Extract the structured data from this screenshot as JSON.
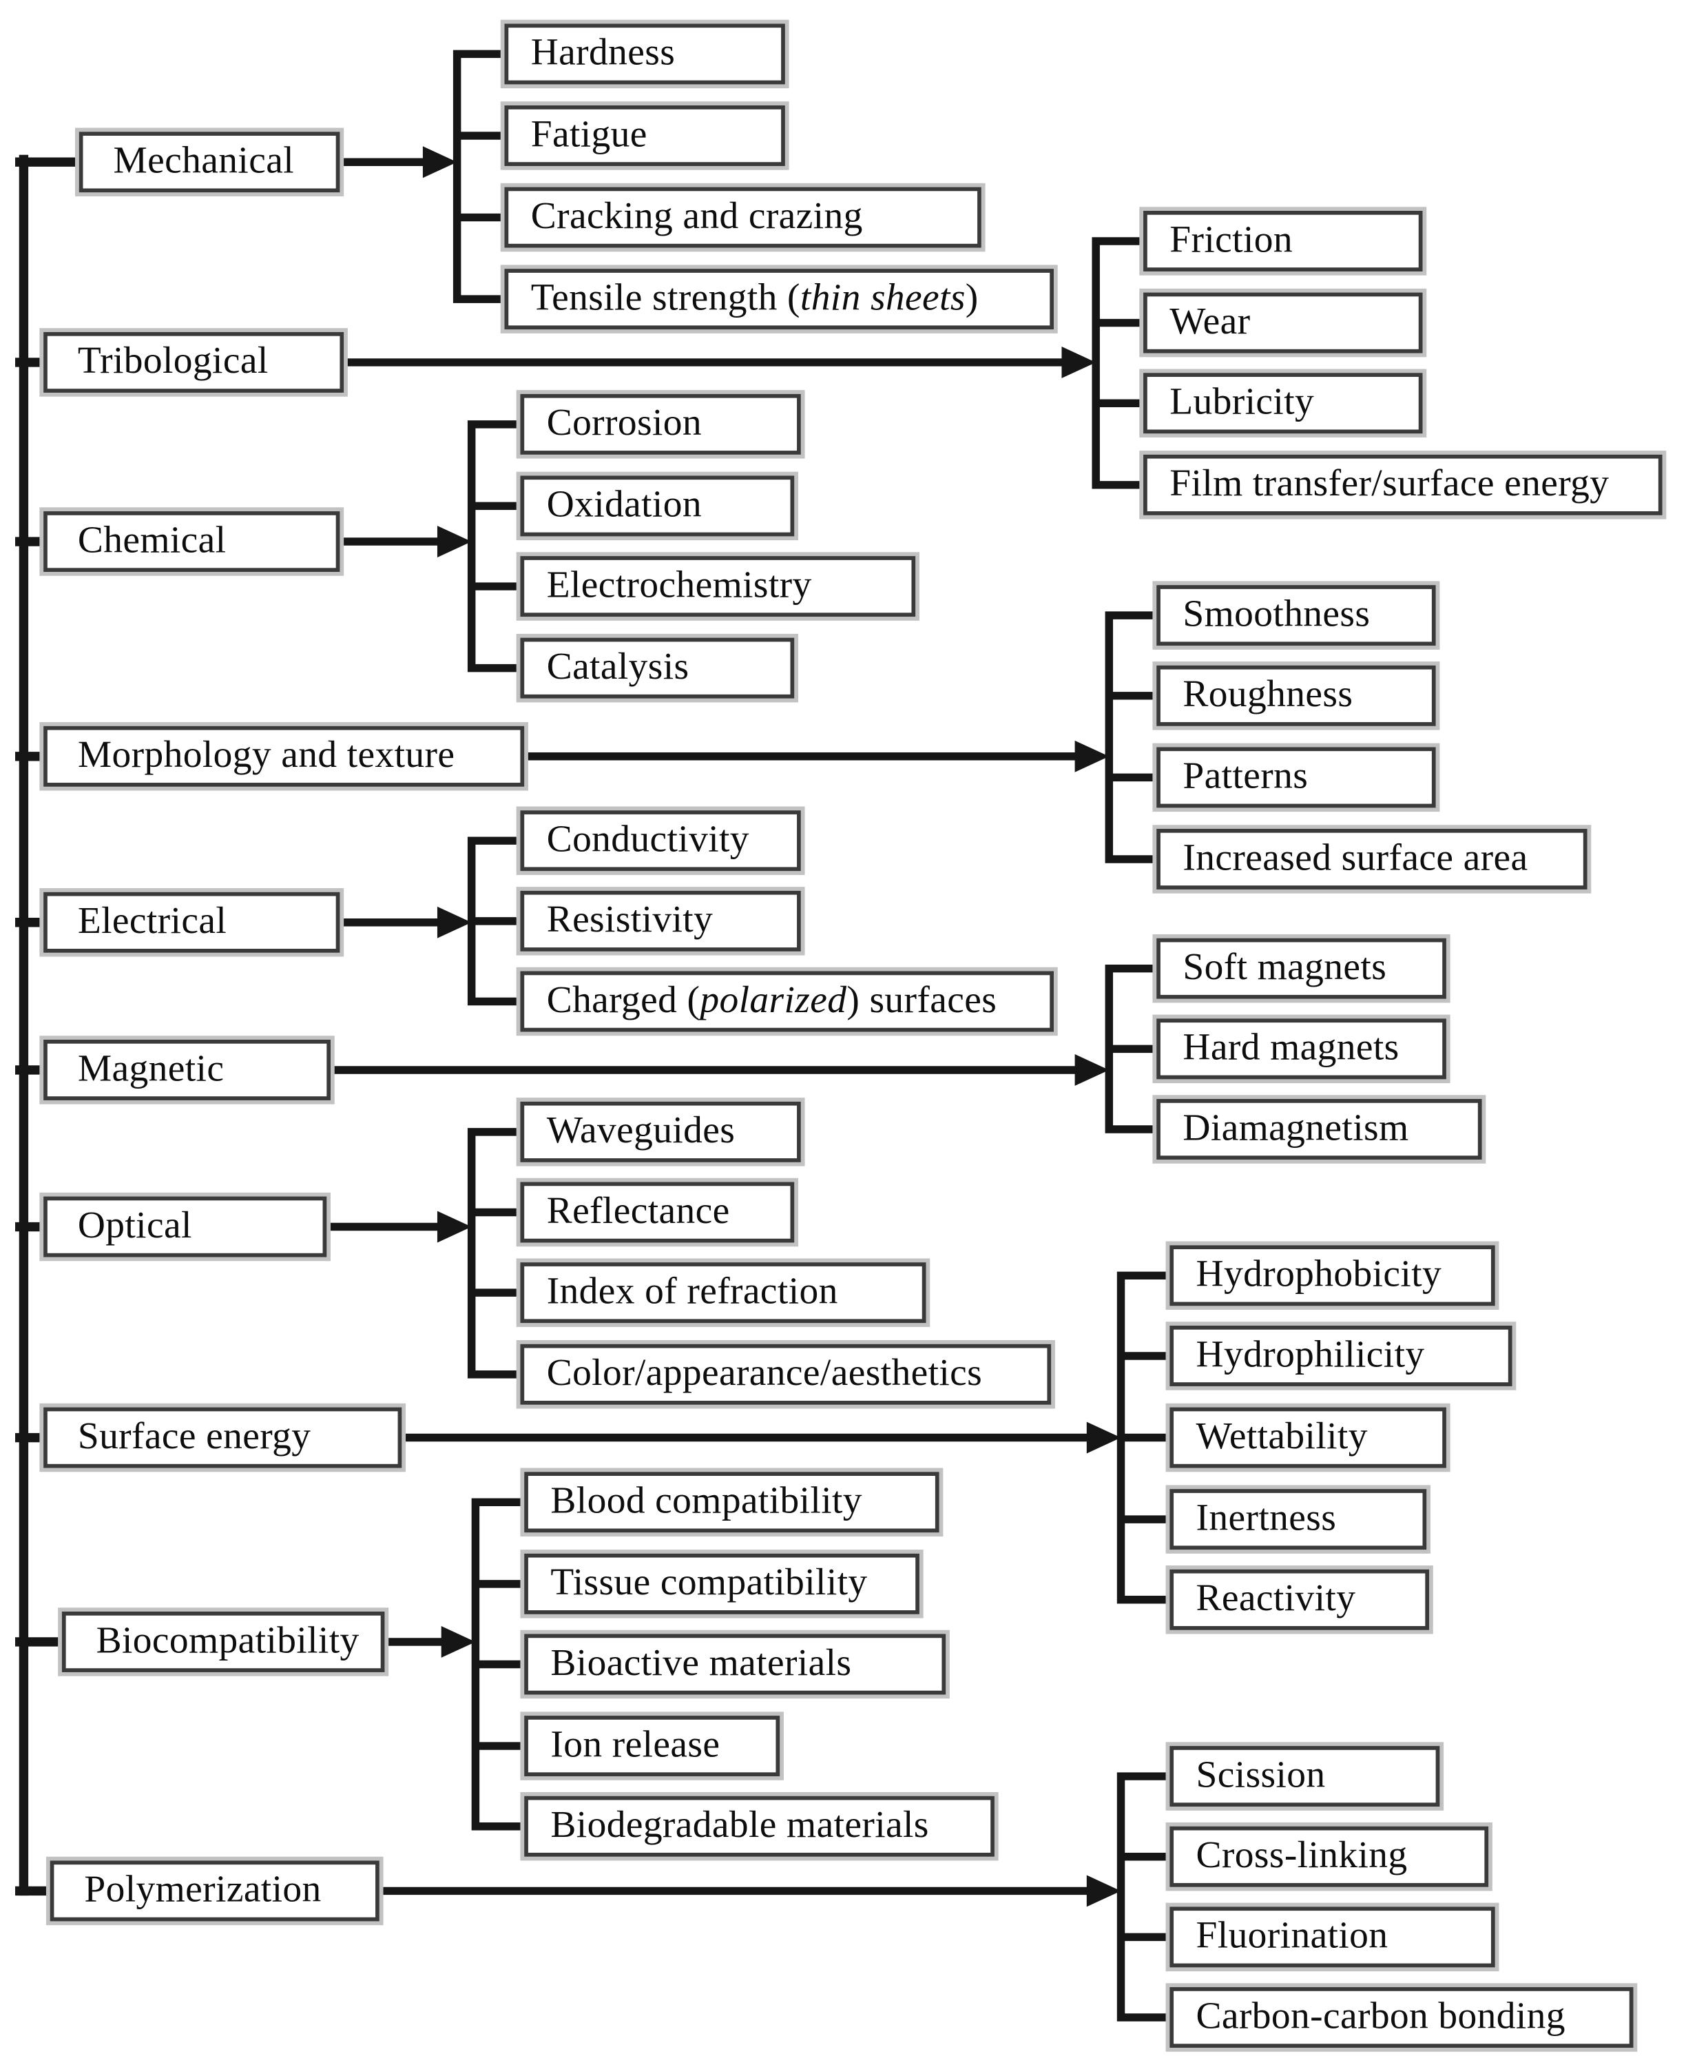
{
  "colors": {
    "background": "#ffffff",
    "line": "#161616",
    "box_border": "#3a3a3a",
    "box_halo": "#c2c2c2",
    "text": "#0d0d0d"
  },
  "diagram": {
    "mechanical": {
      "label": "Mechanical",
      "children": [
        "Hardness",
        "Fatigue",
        "Cracking and crazing"
      ],
      "child4": {
        "pre": "Tensile strength (",
        "italic": "thin sheets",
        "post": ")"
      }
    },
    "tribological": {
      "label": "Tribological",
      "children": [
        "Friction",
        "Wear",
        "Lubricity",
        "Film transfer/surface energy"
      ]
    },
    "chemical": {
      "label": "Chemical",
      "children": [
        "Corrosion",
        "Oxidation",
        "Electrochemistry",
        "Catalysis"
      ]
    },
    "morphology": {
      "label": "Morphology and texture",
      "children": [
        "Smoothness",
        "Roughness",
        "Patterns",
        "Increased surface area"
      ]
    },
    "electrical": {
      "label": "Electrical",
      "children": [
        "Conductivity",
        "Resistivity"
      ],
      "child3": {
        "pre": "Charged (",
        "italic": "polarized",
        "post": ") surfaces"
      }
    },
    "magnetic": {
      "label": "Magnetic",
      "children": [
        "Soft magnets",
        "Hard magnets",
        "Diamagnetism"
      ]
    },
    "optical": {
      "label": "Optical",
      "children": [
        "Waveguides",
        "Reflectance",
        "Index of refraction",
        "Color/appearance/aesthetics"
      ]
    },
    "surface_energy": {
      "label": "Surface energy",
      "children": [
        "Hydrophobicity",
        "Hydrophilicity",
        "Wettability",
        "Inertness",
        "Reactivity"
      ]
    },
    "biocompatibility": {
      "label": "Biocompatibility",
      "children": [
        "Blood compatibility",
        "Tissue compatibility",
        "Bioactive materials",
        "Ion release",
        "Biodegradable materials"
      ]
    },
    "polymerization": {
      "label": "Polymerization",
      "children": [
        "Scission",
        "Cross-linking",
        "Fluorination",
        "Carbon-carbon bonding"
      ]
    }
  }
}
